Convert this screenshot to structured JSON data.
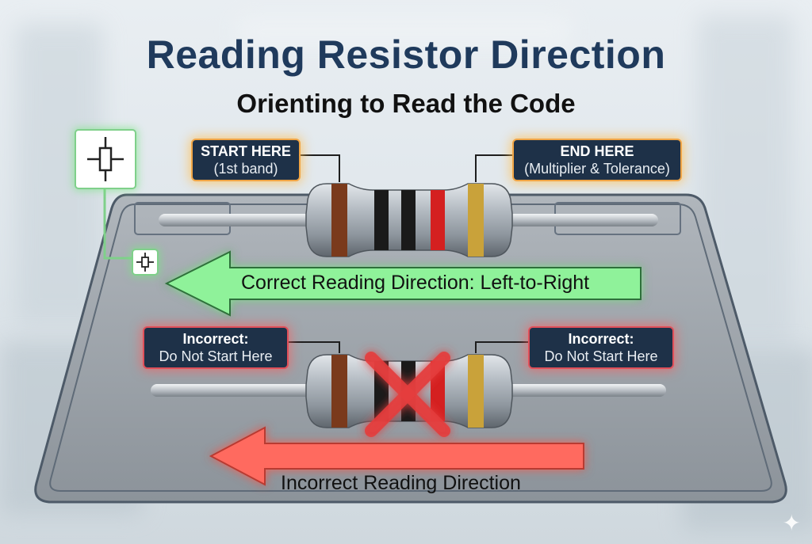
{
  "header": {
    "title": "Reading Resistor Direction",
    "subtitle": "Orienting to Read the Code"
  },
  "top_resistor": {
    "start_callout": {
      "title": "START HERE",
      "detail": "(1st band)"
    },
    "end_callout": {
      "title": "END HERE",
      "detail": "(Multiplier & Tolerance)"
    },
    "band_colors": [
      "#7a3a1c",
      "#1a1a1a",
      "#1a1a1a",
      "#d42020",
      "#c9a23a"
    ],
    "direction_label": "Correct Reading Direction: Left-to-Right",
    "arrow_color": "#8ff29a"
  },
  "bottom_resistor": {
    "left_callout": {
      "title": "Incorrect:",
      "detail": "Do Not Start Here"
    },
    "right_callout": {
      "title": "Incorrect:",
      "detail": "Do Not Start Here"
    },
    "band_colors": [
      "#7a3a1c",
      "#1a1a1a",
      "#1a1a1a",
      "#d42020",
      "#c9a23a"
    ],
    "direction_label": "Incorrect Reading Direction",
    "arrow_color": "#ff6b5e"
  },
  "icons": {
    "symbol": "resistor-symbol-icon",
    "cross": "x-mark-icon",
    "sparkle": "sparkle-icon"
  }
}
